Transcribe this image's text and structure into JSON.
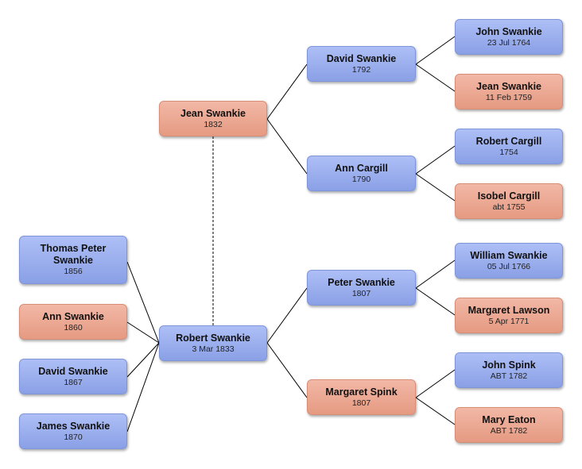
{
  "people": {
    "jean_1832": {
      "name": "Jean Swankie",
      "date": "1832",
      "gender": "female"
    },
    "robert_1833": {
      "name": "Robert Swankie",
      "date": "3 Mar 1833",
      "gender": "male"
    },
    "david_1792": {
      "name": "David Swankie",
      "date": "1792",
      "gender": "male"
    },
    "ann_cargill": {
      "name": "Ann Cargill",
      "date": "1790",
      "gender": "female_blue"
    },
    "peter_1807": {
      "name": "Peter Swankie",
      "date": "1807",
      "gender": "male"
    },
    "margaret_spink": {
      "name": "Margaret Spink",
      "date": "1807",
      "gender": "female"
    },
    "john_1764": {
      "name": "John Swankie",
      "date": "23 Jul 1764",
      "gender": "male"
    },
    "jean_1759": {
      "name": "Jean Swankie",
      "date": "11 Feb 1759",
      "gender": "female"
    },
    "robert_cargill": {
      "name": "Robert Cargill",
      "date": "1754",
      "gender": "male"
    },
    "isobel_cargill": {
      "name": "Isobel Cargill",
      "date": "abt 1755",
      "gender": "female"
    },
    "william_1766": {
      "name": "William Swankie",
      "date": "05 Jul 1766",
      "gender": "male"
    },
    "margaret_lawson": {
      "name": "Margaret Lawson",
      "date": "5 Apr 1771",
      "gender": "female"
    },
    "john_spink": {
      "name": "John Spink",
      "date": "ABT 1782",
      "gender": "male"
    },
    "mary_eaton": {
      "name": "Mary Eaton",
      "date": "ABT 1782",
      "gender": "female"
    },
    "thomas_1856": {
      "name": "Thomas Peter Swankie",
      "date": "1856",
      "gender": "male"
    },
    "ann_1860": {
      "name": "Ann Swankie",
      "date": "1860",
      "gender": "female"
    },
    "david_1867": {
      "name": "David Swankie",
      "date": "1867",
      "gender": "male"
    },
    "james_1870": {
      "name": "James Swankie",
      "date": "1870",
      "gender": "male"
    }
  },
  "colors": {
    "male": "#98acec",
    "female": "#eba890",
    "line": "#000000"
  }
}
